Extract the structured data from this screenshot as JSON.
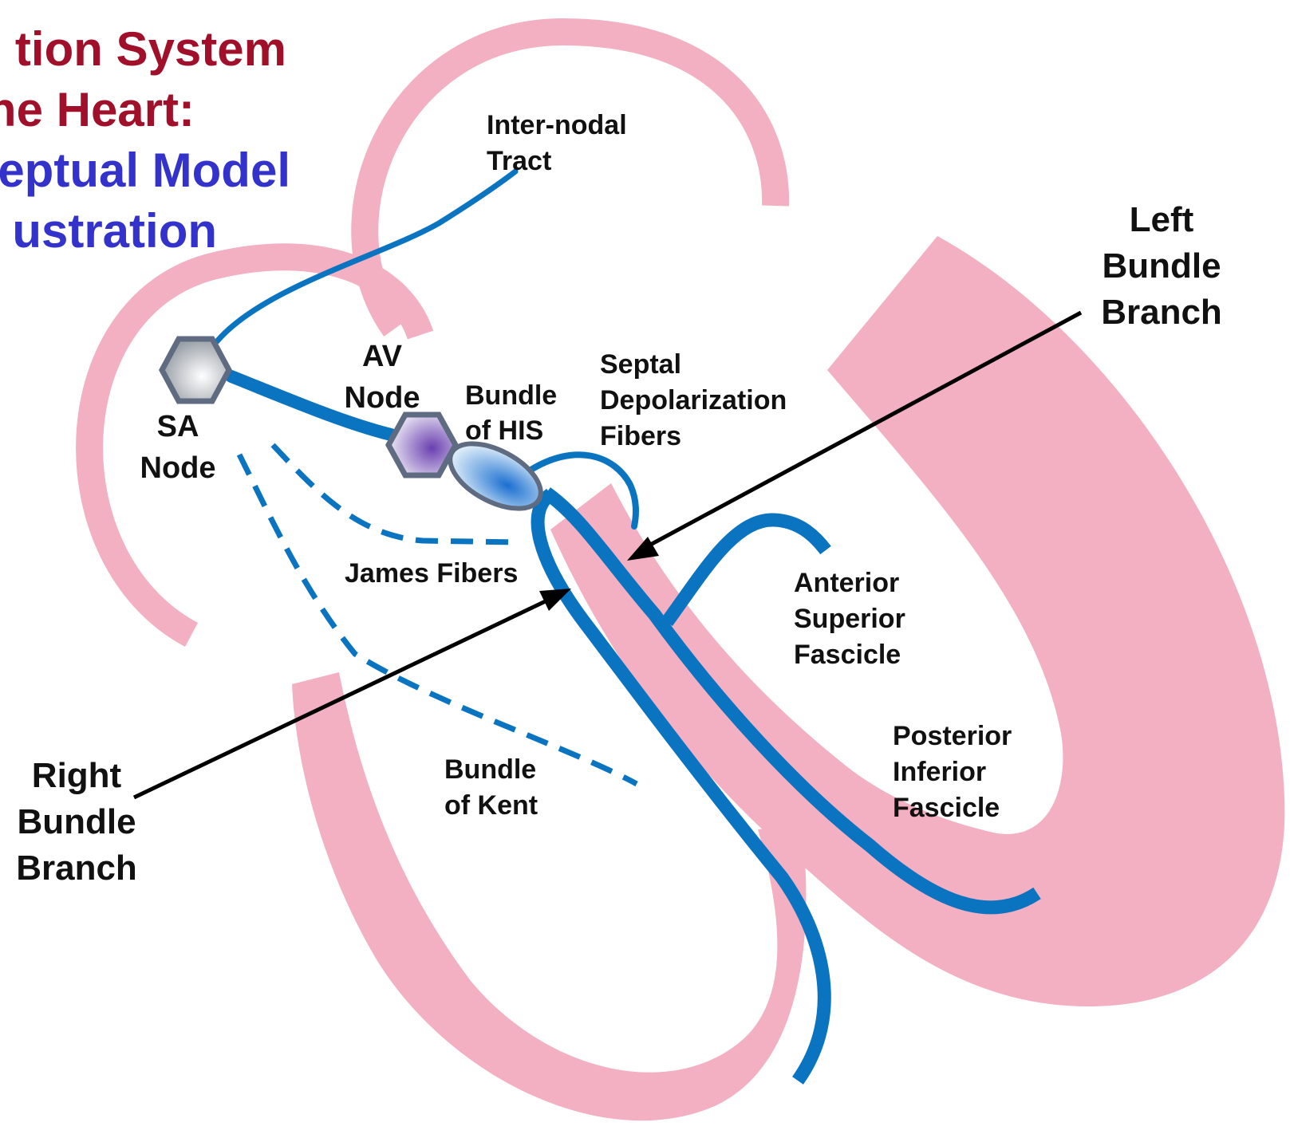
{
  "title": {
    "lines": [
      "tion System",
      "he Heart:",
      "eptual Model",
      "ustration"
    ],
    "line_colors": [
      "#a0102a",
      "#a0102a",
      "#3333cc",
      "#3333cc"
    ]
  },
  "labels": {
    "internodal": [
      "Inter-nodal",
      "Tract"
    ],
    "sa_node": [
      "SA",
      "Node"
    ],
    "av_node": [
      "AV",
      "Node"
    ],
    "bundle_his": [
      "Bundle",
      "of HIS"
    ],
    "septal": [
      "Septal",
      "Depolarization",
      "Fibers"
    ],
    "left_bundle": [
      "Left",
      "Bundle",
      "Branch"
    ],
    "james": [
      "James Fibers"
    ],
    "anterior": [
      "Anterior",
      "Superior",
      "Fascicle"
    ],
    "posterior": [
      "Posterior",
      "Inferior",
      "Fascicle"
    ],
    "right_bundle": [
      "Right",
      "Bundle",
      "Branch"
    ],
    "kent": [
      "Bundle",
      "of Kent"
    ]
  },
  "colors": {
    "myocardium": "#f2b0c2",
    "conduction": "#0a74c0",
    "node_outline": "#5f6b80",
    "arrow": "#000000",
    "title_red": "#a0102a",
    "title_blue": "#3333cc"
  }
}
